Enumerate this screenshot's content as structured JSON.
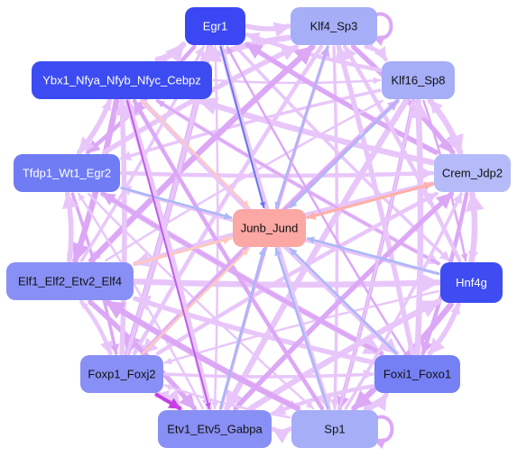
{
  "colors": {
    "edge_dense": "#e8c6fa",
    "edge_medium": "#dca8f6",
    "edge_dark": "#c05ce8",
    "edge_blue": "#a9b8f6",
    "edge_blue_dark": "#6678ee",
    "edge_peach": "#ffc8c0",
    "edge_red": "#ffb0a8",
    "edge_strong": "#c640e6"
  },
  "nodes": [
    {
      "id": "egr1",
      "label": "Egr1",
      "color": "#3a47f2",
      "text_color": "#ffffff"
    },
    {
      "id": "klf4",
      "label": "Klf4_Sp3",
      "color": "#a6aef8",
      "text_color": "#111111"
    },
    {
      "id": "ybx1",
      "label": "Ybx1_Nfya_Nfyb_Nfyc_Cebpz",
      "color": "#3c4cf2",
      "text_color": "#ffffff"
    },
    {
      "id": "klf16",
      "label": "Klf16_Sp8",
      "color": "#a6aef8",
      "text_color": "#111111"
    },
    {
      "id": "tfdp1",
      "label": "Tfdp1_Wt1_Egr2",
      "color": "#6f7cf4",
      "text_color": "#ffffff"
    },
    {
      "id": "crem",
      "label": "Crem_Jdp2",
      "color": "#b5bbf8",
      "text_color": "#111111"
    },
    {
      "id": "junb",
      "label": "Junb_Jund",
      "color": "#fba7a3",
      "text_color": "#111111"
    },
    {
      "id": "elf1",
      "label": "Elf1_Elf2_Etv2_Elf4",
      "color": "#8890f5",
      "text_color": "#111111"
    },
    {
      "id": "hnf4g",
      "label": "Hnf4g",
      "color": "#3e4cf1",
      "text_color": "#ffffff"
    },
    {
      "id": "foxp1",
      "label": "Foxp1_Foxj2",
      "color": "#8890f5",
      "text_color": "#111111"
    },
    {
      "id": "foxi1",
      "label": "Foxi1_Foxo1",
      "color": "#7580f4",
      "text_color": "#111111"
    },
    {
      "id": "etv1",
      "label": "Etv1_Etv5_Gabpa",
      "color": "#8890f5",
      "text_color": "#111111"
    },
    {
      "id": "sp1",
      "label": "Sp1",
      "color": "#a6aef8",
      "text_color": "#111111"
    }
  ]
}
